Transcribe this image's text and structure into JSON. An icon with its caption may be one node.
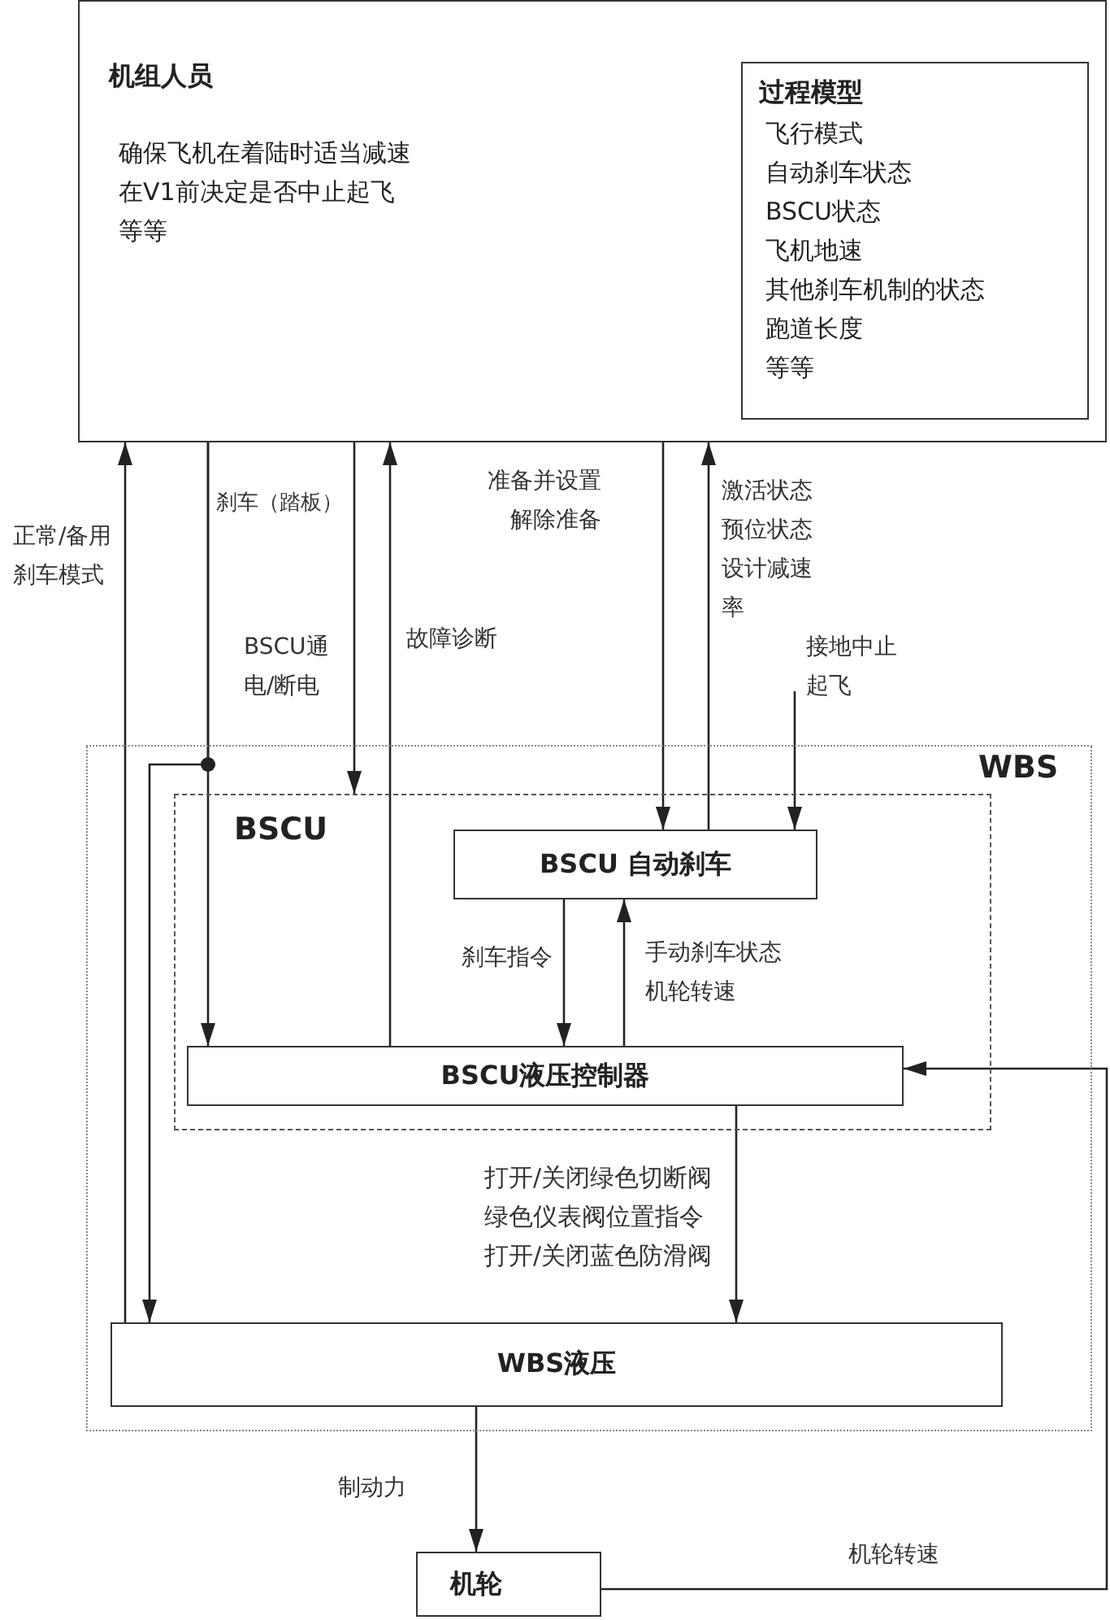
{
  "diagram": {
    "nodes": [
      {
        "text": [
          "机组人员",
          "确保飞机在着陆时适当减速",
          "在V1前决定是否中止起飞",
          "等等"
        ]
      },
      {
        "text": [
          "过程模型",
          "飞行模式",
          "自动刹车状态",
          "BSCU状态",
          "飞机地速",
          "其他刹车机制的状态",
          "跑道长度",
          "等等"
        ],
        "in": 0
      },
      {
        "text": [
          "WBS"
        ]
      },
      {
        "text": [
          "BSCU"
        ],
        "in": 2
      },
      {
        "text": [
          "BSCU 自动刹车"
        ],
        "in": 3
      },
      {
        "text": [
          "BSCU液压控制器"
        ],
        "in": 3
      },
      {
        "text": [
          "WBS液压"
        ],
        "in": 2
      },
      {
        "text": [
          "机轮"
        ]
      }
    ],
    "edges": [
      {
        "from": 6,
        "to": 0,
        "arrow": "to",
        "label": "正常/备用刹车模式"
      },
      {
        "from": 0,
        "to": 5,
        "arrow": "to",
        "label": "刹车（踏板）"
      },
      {
        "from": 0,
        "to": 6,
        "arrow": "to"
      },
      {
        "from": 0,
        "to": 3,
        "arrow": "to",
        "label": "BSCU通电/断电"
      },
      {
        "from": 5,
        "to": 0,
        "arrow": "to",
        "label": "故障诊断"
      },
      {
        "from": 0,
        "to": 4,
        "arrow": "to",
        "label": "准备并设置解除准备"
      },
      {
        "from": 4,
        "to": 0,
        "arrow": "to",
        "label": "激活状态预位状态设计减速率"
      },
      {
        "from": null,
        "to": 4,
        "arrow": "to",
        "label": "接地中止起飞"
      },
      {
        "from": 4,
        "to": 5,
        "arrow": "to",
        "label": "刹车指令"
      },
      {
        "from": 5,
        "to": 4,
        "arrow": "to",
        "label": "手动刹车状态机轮转速"
      },
      {
        "from": 7,
        "to": 5,
        "arrow": "to",
        "label": "机轮转速"
      },
      {
        "from": 5,
        "to": 6,
        "arrow": "to",
        "label": "打开/关闭绿色切断阀绿色仪表阀位置指令打开/关闭蓝色防滑阀"
      },
      {
        "from": 6,
        "to": 7,
        "arrow": "to",
        "label": "制动力"
      }
    ]
  }
}
